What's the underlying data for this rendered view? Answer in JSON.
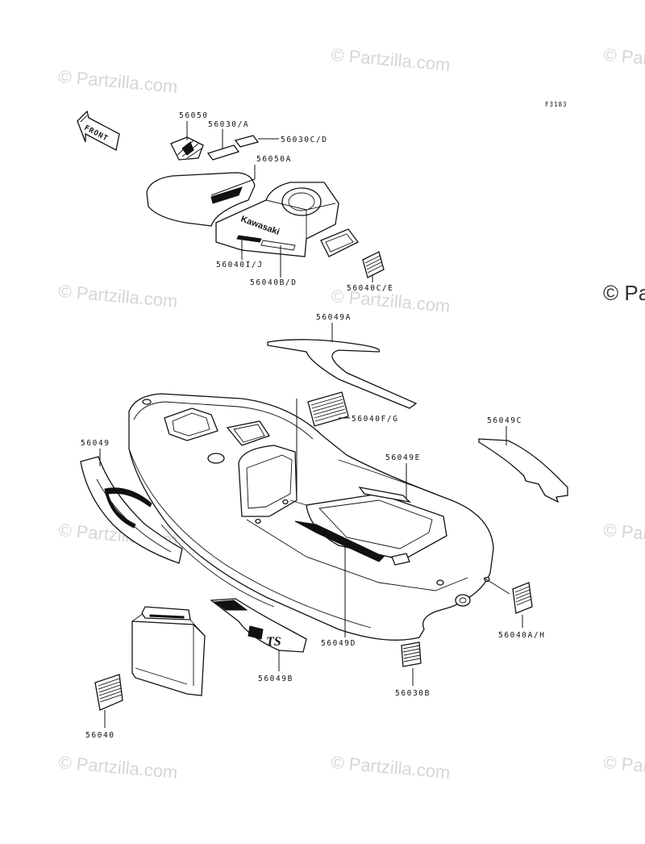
{
  "watermark": {
    "text": "© Partzilla.com",
    "partial_text": "© Pa"
  },
  "figure_code": "F3183",
  "front_label": "FRONT",
  "brand_decal": "Kawasaki",
  "model_decal": "TS",
  "parts": [
    {
      "id": "56050",
      "label": "56050"
    },
    {
      "id": "56030-A",
      "label": "56030/A"
    },
    {
      "id": "56030C-D",
      "label": "56030C/D"
    },
    {
      "id": "56050A",
      "label": "56050A"
    },
    {
      "id": "56040I-J",
      "label": "56040I/J"
    },
    {
      "id": "56040B-D",
      "label": "56040B/D"
    },
    {
      "id": "56040C-E",
      "label": "56040C/E"
    },
    {
      "id": "56049A",
      "label": "56049A"
    },
    {
      "id": "56040F-G",
      "label": "56040F/G"
    },
    {
      "id": "56049C",
      "label": "56049C"
    },
    {
      "id": "56049",
      "label": "56049"
    },
    {
      "id": "56049E",
      "label": "56049E"
    },
    {
      "id": "56040A-H",
      "label": "56040A/H"
    },
    {
      "id": "56049D",
      "label": "56049D"
    },
    {
      "id": "56049B",
      "label": "56049B"
    },
    {
      "id": "56030B",
      "label": "56030B"
    },
    {
      "id": "56040",
      "label": "56040"
    }
  ]
}
